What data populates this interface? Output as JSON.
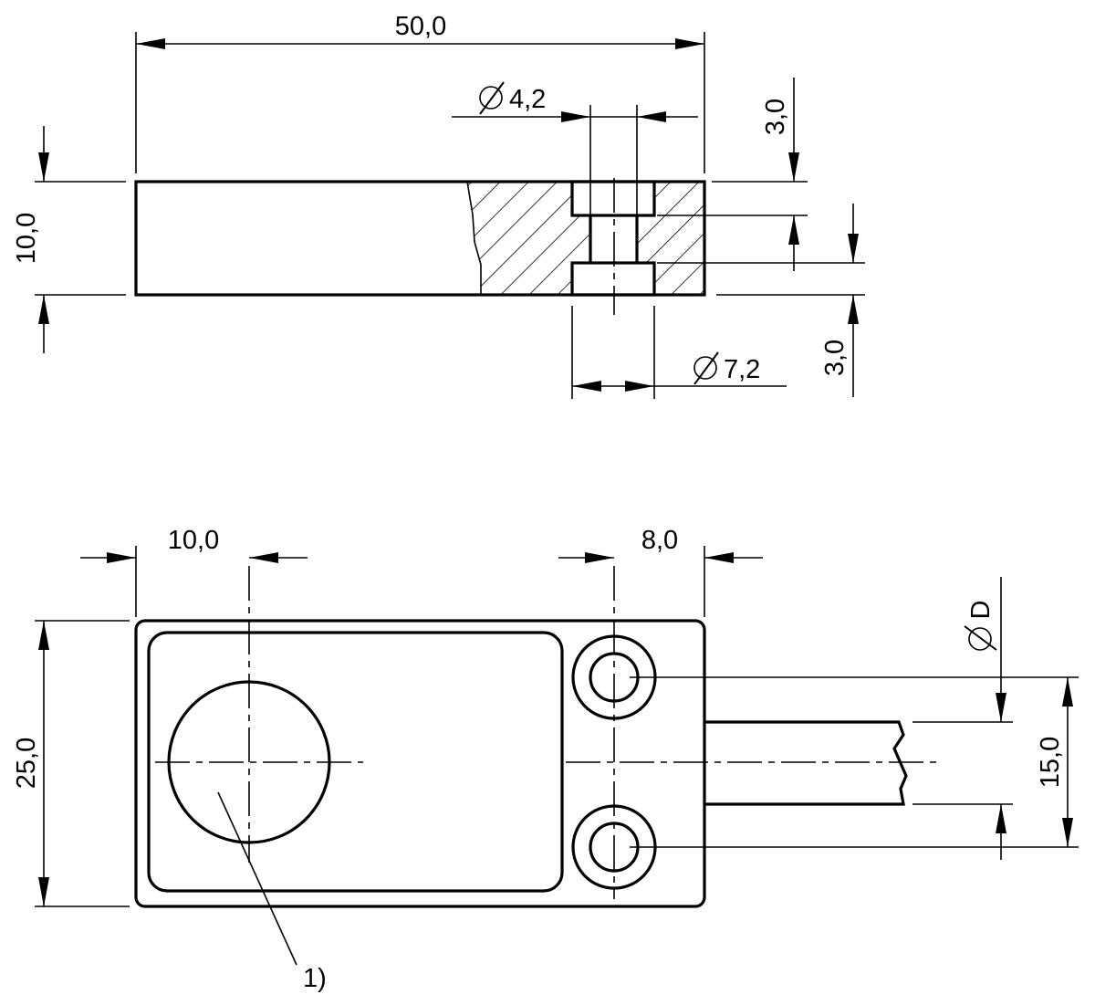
{
  "side_view": {
    "overall_length": "50,0",
    "height": "10,0",
    "bore_small": "4,2",
    "bore_large": "7,2",
    "counterbore_top": "3,0",
    "counterbore_bottom": "3,0",
    "diameter_symbol": "Ø"
  },
  "front_view": {
    "center_offset": "10,0",
    "hole_offset": "8,0",
    "width": "25,0",
    "hole_spacing": "15,0",
    "cable_diameter": "D",
    "diameter_symbol": "Ø",
    "callout": "1)"
  }
}
